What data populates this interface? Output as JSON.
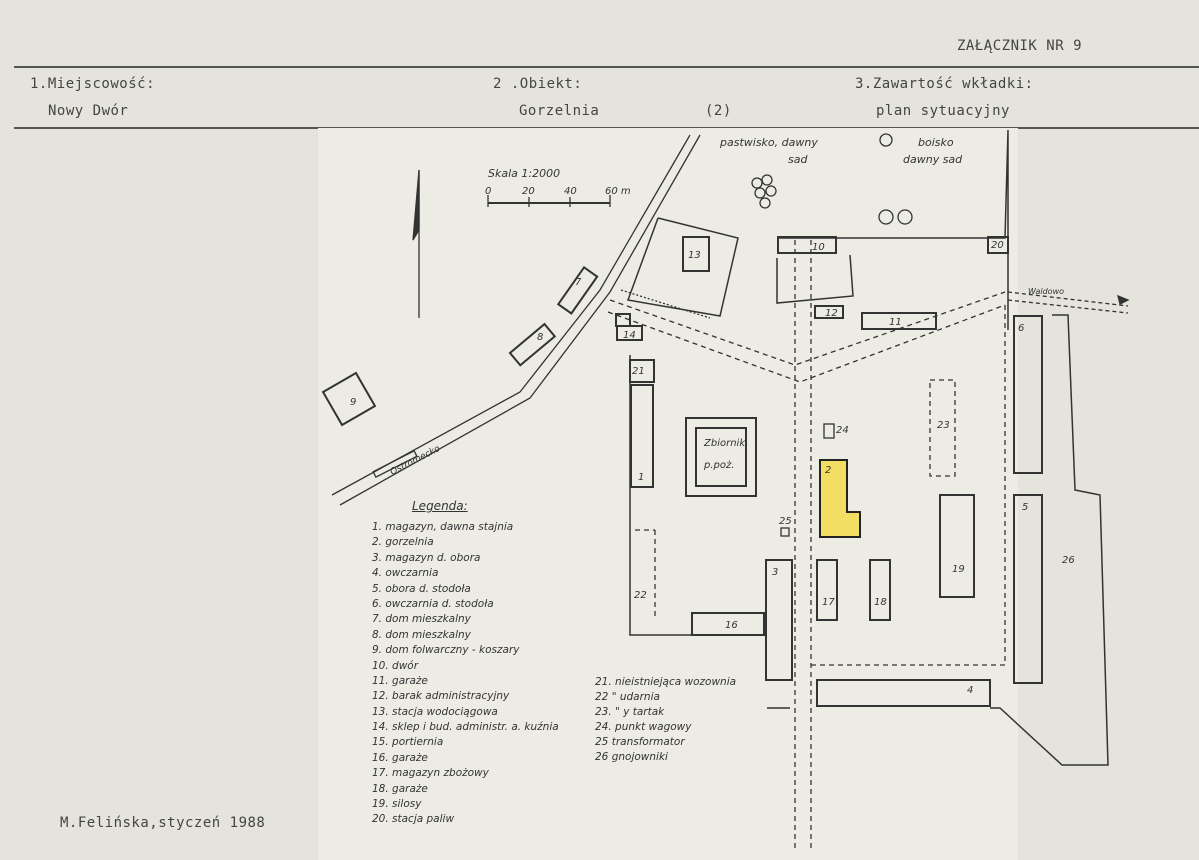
{
  "header": {
    "annex": "ZAŁĄCZNIK NR 9",
    "field1_label": "1.Miejscowość:",
    "field1_value": "Nowy Dwór",
    "field2_label": "2 .Obiekt:",
    "field2_value": "Gorzelnia",
    "field2_number": "(2)",
    "field3_label": "3.Zawartość wkładki:",
    "field3_value": "plan sytuacyjny"
  },
  "author": "M.Felińska,styczeń 1988",
  "map": {
    "scale_title": "Skala 1:2000",
    "scale_ticks": [
      "0",
      "20",
      "40",
      "60 m"
    ],
    "top_labels": [
      "pastwisko, dawny",
      "sad",
      "boisko",
      "dawny sad"
    ],
    "road_labels": [
      "Waldowo",
      "Ostromecko"
    ],
    "tank_label": [
      "Zbiornik",
      "p.poż."
    ],
    "highlight_color": "#f2de62",
    "building_numbers": [
      "1",
      "2",
      "3",
      "4",
      "5",
      "6",
      "7",
      "8",
      "9",
      "10",
      "11",
      "12",
      "13",
      "14",
      "16",
      "17",
      "18",
      "19",
      "20",
      "21",
      "22",
      "23",
      "24",
      "25",
      "26"
    ],
    "legend_title": "Legenda:",
    "legend_left": [
      "1. magazyn, dawna stajnia",
      "2. gorzelnia",
      "3. magazyn d. obora",
      "4. owczarnia",
      "5. obora d. stodoła",
      "6. owczarnia d. stodoła",
      "7. dom mieszkalny",
      "8. dom mieszkalny",
      "9. dom folwarczny - koszary",
      "10. dwór",
      "11. garaże",
      "12. barak administracyjny",
      "13. stacja wodociągowa",
      "14. sklep i bud. administr. a. kuźnia",
      "15. portiernia",
      "16. garaże",
      "17. magazyn zbożowy",
      "18. garaże",
      "19. silosy",
      "20. stacja paliw"
    ],
    "legend_right": [
      "21. nieistniejąca wozownia",
      "22 \" udarnia",
      "23. \" y tartak",
      "24. punkt wagowy",
      "25 transformator",
      "26 gnojowniki"
    ]
  }
}
